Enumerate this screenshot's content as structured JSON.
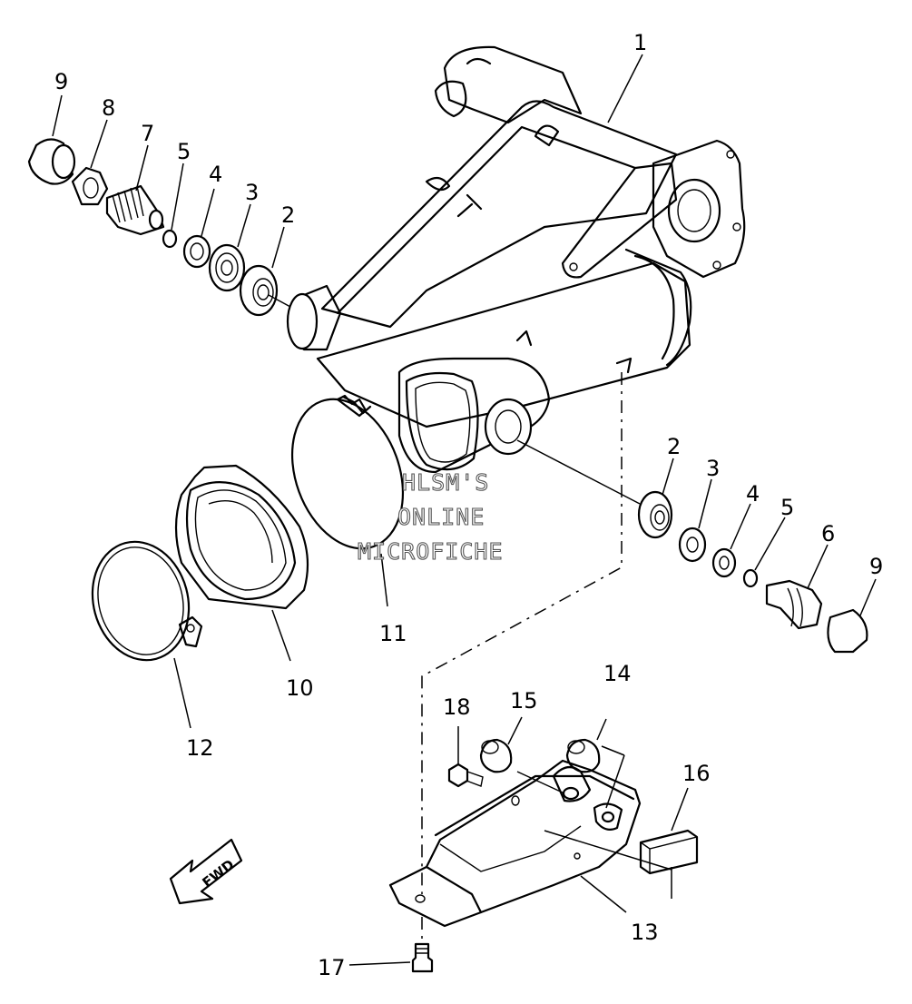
{
  "diagram": {
    "callouts": [
      "1",
      "2",
      "3",
      "4",
      "5",
      "6",
      "7",
      "8",
      "9",
      "10",
      "11",
      "12",
      "13",
      "14",
      "15",
      "16",
      "17",
      "18",
      "2",
      "3",
      "4",
      "5",
      "9"
    ],
    "watermark": [
      "HLSM'S",
      "ONLINE",
      "MICROFICHE"
    ],
    "direction_badge": "FWD"
  }
}
